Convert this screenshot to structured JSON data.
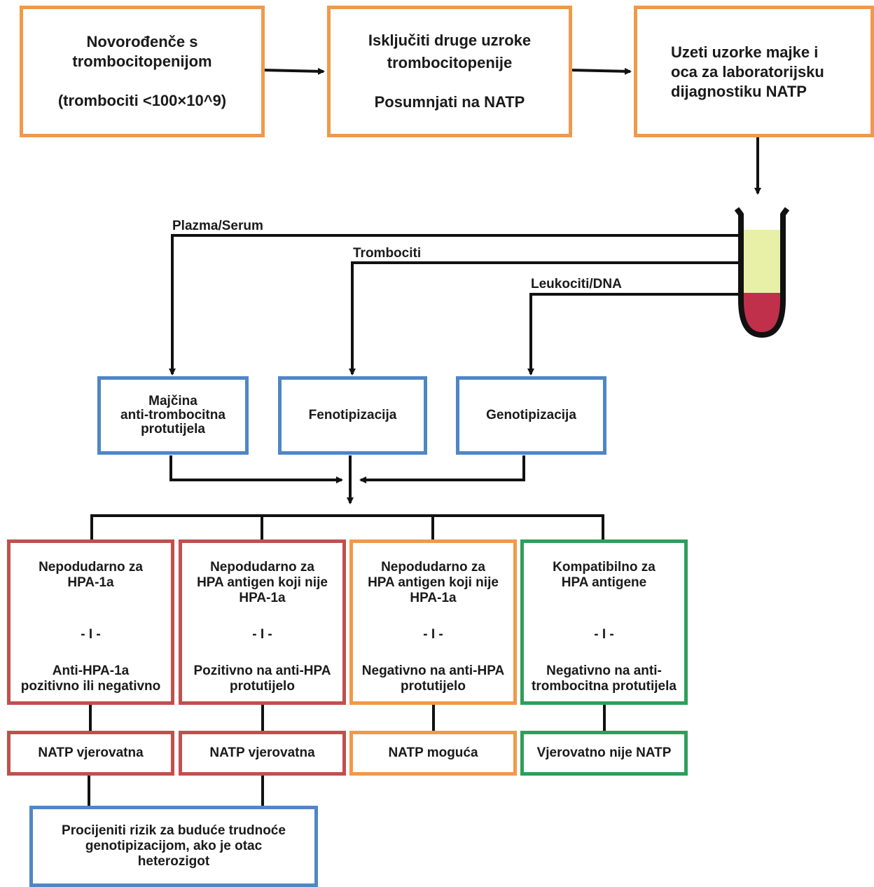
{
  "top": {
    "box1": {
      "line1": "Novorođenče s",
      "line2": "trombocitopenijom",
      "line3": "(trombociti <100×10^9)"
    },
    "box2": {
      "line1": "Isključiti druge uzroke",
      "line2": "trombocitopenije",
      "line3": "Posumnjati na NATP"
    },
    "box3": {
      "line1": "Uzeti uzorke majke i",
      "line2": "oca za laboratorijsku",
      "line3": "dijagnostiku NATP"
    }
  },
  "branches": {
    "plasma": "Plazma/Serum",
    "platelets": "Trombociti",
    "leukocytes": "Leukociti/DNA"
  },
  "tests": {
    "antibodies": {
      "line1": "Majčina",
      "line2": "anti-trombocitna",
      "line3": "protutijela"
    },
    "phenotyping": "Fenotipizacija",
    "genotyping": "Genotipizacija"
  },
  "results": [
    {
      "l1": "Nepodudarno za",
      "l2": "HPA-1a",
      "l3": "",
      "sep": "- I -",
      "b1": "Anti-HPA-1a",
      "b2": "pozitivno ili negativno",
      "outcome": "NATP vjerovatna"
    },
    {
      "l1": "Nepodudarno za",
      "l2": "HPA antigen koji nije",
      "l3": "HPA-1a",
      "sep": "- I -",
      "b1": "Pozitivno na anti-HPA",
      "b2": "protutijelo",
      "outcome": "NATP vjerovatna"
    },
    {
      "l1": "Nepodudarno za",
      "l2": "HPA antigen koji nije",
      "l3": "HPA-1a",
      "sep": "- I -",
      "b1": "Negativno na anti-HPA",
      "b2": "protutijelo",
      "outcome": "NATP moguća"
    },
    {
      "l1": "Kompatibilno za",
      "l2": "HPA antigene",
      "l3": "",
      "sep": "- I -",
      "b1": "Negativno na anti-",
      "b2": "trombocitna protutijela",
      "outcome": "Vjerovatno nije NATP"
    }
  ],
  "final": {
    "line1": "Procijeniti rizik za buduće trudnoće",
    "line2": "genotipizacijom, ako je otac",
    "line3": "heterozigot"
  },
  "colors": {
    "orange": "#f0994a",
    "blue": "#4f86c6",
    "red": "#c0504d",
    "green": "#2e9e5b",
    "blood": "#c0304a",
    "plasma": "#e8f0a8"
  }
}
